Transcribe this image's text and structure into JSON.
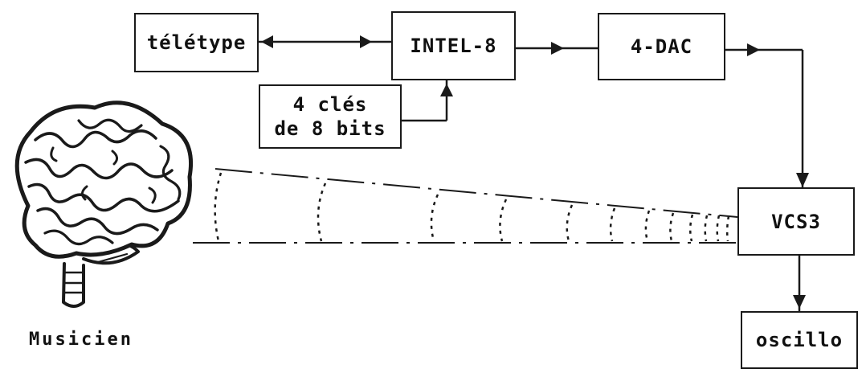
{
  "diagram": {
    "blocks": {
      "teletype": "télétype",
      "intel8": "INTEL-8",
      "dac": "4-DAC",
      "keys_line1": "4 clés",
      "keys_line2": "de 8 bits",
      "vcs3": "VCS3",
      "oscillo": "oscillo"
    },
    "musician_label": "Musicien",
    "musician_icon": "brain-icon",
    "colors": {
      "ink": "#1a1a1a",
      "background": "#ffffff"
    }
  }
}
